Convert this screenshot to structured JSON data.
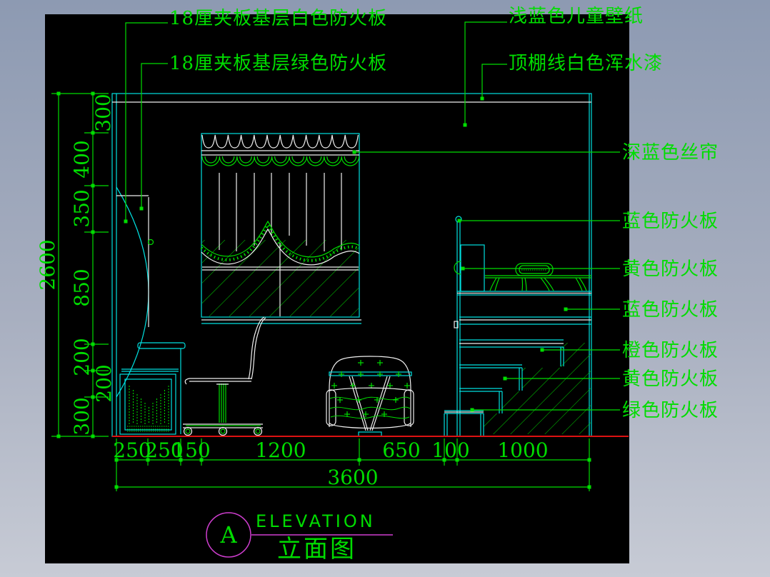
{
  "palette": {
    "line_green": "#00dd00",
    "line_cyan": "#00e0e0",
    "line_white": "#f0f0f0",
    "floor_red": "#dd1111",
    "title_magenta": "#cf3ecf",
    "viewport_gray_top": "#8d9ab2",
    "viewport_gray_bottom": "#c7cbd5",
    "canvas_black": "#000000"
  },
  "callouts_top_left": [
    {
      "label": "18厘夹板基层白色防火板"
    },
    {
      "label": "18厘夹板基层绿色防火板"
    }
  ],
  "callouts_top_right": [
    {
      "label": "浅蓝色儿童壁纸"
    },
    {
      "label": "顶棚线白色浑水漆"
    }
  ],
  "callouts_right": [
    {
      "label": "深蓝色丝帘"
    },
    {
      "label": "蓝色防火板"
    },
    {
      "label": "黄色防火板"
    },
    {
      "label": "蓝色防火板"
    },
    {
      "label": "橙色防火板"
    },
    {
      "label": "黄色防火板"
    },
    {
      "label": "绿色防火板"
    }
  ],
  "dim_left": {
    "total": "2600",
    "segments": [
      "300",
      "400",
      "350",
      "850",
      "200",
      "200",
      "300"
    ]
  },
  "dim_bottom": {
    "total": "3600",
    "segments": [
      "250",
      "250",
      "150",
      "1200",
      "650",
      "100",
      "1000"
    ]
  },
  "title": {
    "marker": "A",
    "name_en": "ELEVATION",
    "name_cn": "立面图"
  }
}
